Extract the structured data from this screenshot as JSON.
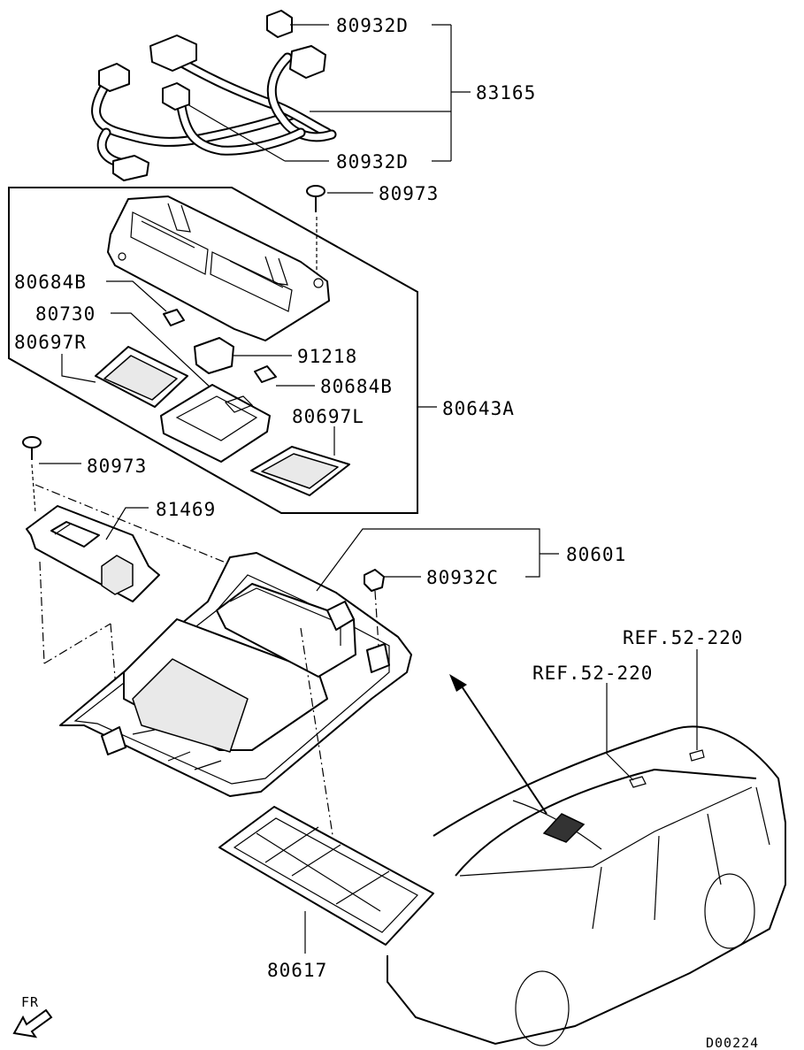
{
  "labels": {
    "p80932d_top": "80932D",
    "p83165": "83165",
    "p80932d_bottom": "80932D",
    "p80973_top": "80973",
    "p80684b_left": "80684B",
    "p80730": "80730",
    "p80697r": "80697R",
    "p91218": "91218",
    "p80684b_right": "80684B",
    "p80697l": "80697L",
    "p80643a": "80643A",
    "p80973_left": "80973",
    "p81469": "81469",
    "p80601": "80601",
    "p80932c": "80932C",
    "ref_left": "REF.52-220",
    "ref_right": "REF.52-220",
    "p80617": "80617",
    "fr": "FR",
    "diagram_code": "D00224"
  },
  "icons": [
    "wiring-harness",
    "clip",
    "screw",
    "map-lamp-housing",
    "bulb",
    "lamp-lens",
    "switch",
    "console-base",
    "console-lid",
    "car-outline",
    "front-arrow"
  ]
}
